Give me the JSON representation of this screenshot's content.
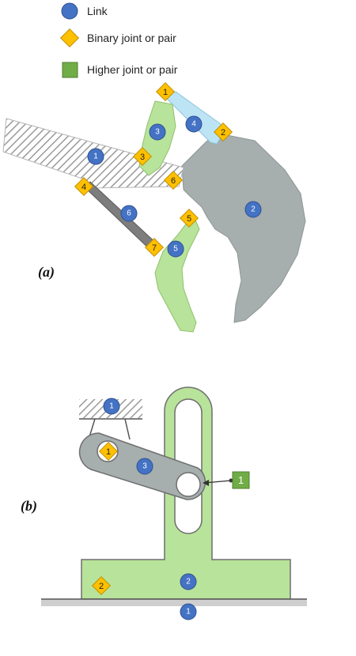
{
  "legend": {
    "link": "Link",
    "binary": "Binary joint or pair",
    "higher": "Higher joint or pair"
  },
  "colors": {
    "link_badge": "#4472c4",
    "joint_badge": "#ffc000",
    "higher_badge": "#70ad47",
    "green_body": "#b8e39a",
    "grey_body": "#a6aeae",
    "light_blue": "#bde4f4",
    "hatch": "#9a9a9a"
  },
  "panel_a": {
    "label": "(a)",
    "links": {
      "l1": "1",
      "l2": "2",
      "l3": "3",
      "l4": "4",
      "l5": "5",
      "l6": "6"
    },
    "joints": {
      "j1": "1",
      "j2": "2",
      "j3": "3",
      "j4": "4",
      "j5": "5",
      "j6": "6",
      "j7": "7"
    }
  },
  "panel_b": {
    "label": "(b)",
    "links": {
      "ground_top": "1",
      "crank": "3",
      "slotted": "2",
      "ground_bottom": "1"
    },
    "joints": {
      "j1": "1",
      "j2": "2"
    },
    "higher": {
      "h1": "1"
    }
  }
}
